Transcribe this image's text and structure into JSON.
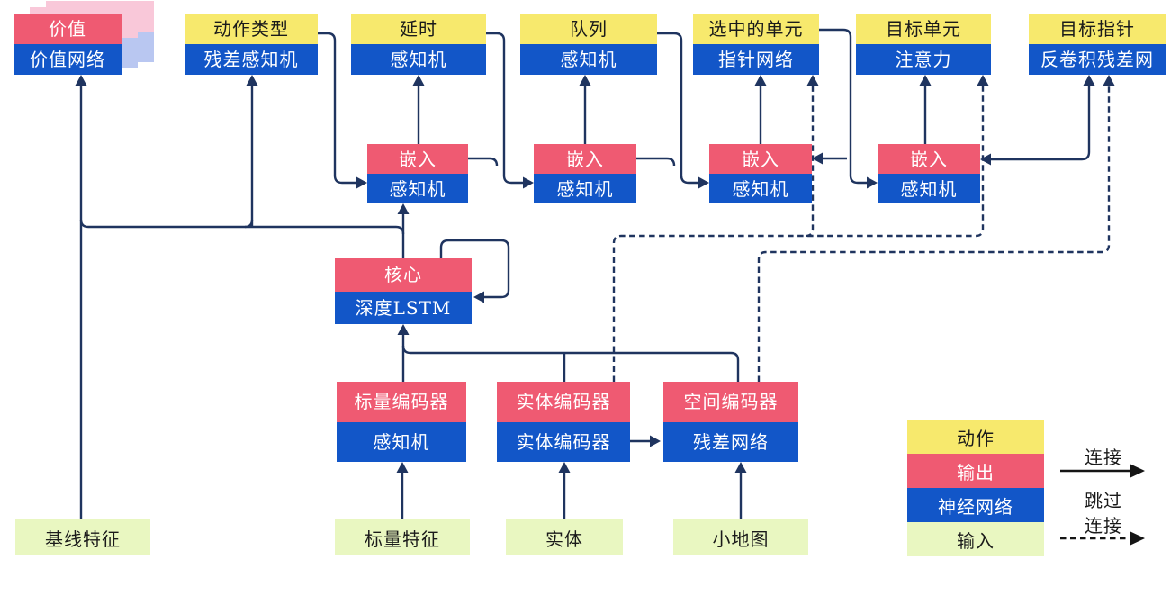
{
  "diagram": {
    "heads": [
      {
        "id": "value",
        "top": "价值",
        "bottom": "价值网络",
        "top_type": "output"
      },
      {
        "id": "action-type",
        "top": "动作类型",
        "bottom": "残差感知机",
        "top_type": "action"
      },
      {
        "id": "delay",
        "top": "延时",
        "bottom": "感知机",
        "top_type": "action"
      },
      {
        "id": "queue",
        "top": "队列",
        "bottom": "感知机",
        "top_type": "action"
      },
      {
        "id": "selected-units",
        "top": "选中的单元",
        "bottom": "指针网络",
        "top_type": "action"
      },
      {
        "id": "target-unit",
        "top": "目标单元",
        "bottom": "注意力",
        "top_type": "action"
      },
      {
        "id": "target-point",
        "top": "目标指针",
        "bottom": "反卷积残差网",
        "top_type": "action"
      }
    ],
    "embeds": [
      {
        "id": "embed-1",
        "top": "嵌入",
        "bottom": "感知机",
        "top_type": "output"
      },
      {
        "id": "embed-2",
        "top": "嵌入",
        "bottom": "感知机",
        "top_type": "output"
      },
      {
        "id": "embed-3",
        "top": "嵌入",
        "bottom": "感知机",
        "top_type": "output"
      },
      {
        "id": "embed-4",
        "top": "嵌入",
        "bottom": "感知机",
        "top_type": "output"
      }
    ],
    "core": {
      "id": "core",
      "top": "核心",
      "bottom": "深度LSTM",
      "top_type": "output"
    },
    "encoders": [
      {
        "id": "scalar-encoder",
        "top": "标量编码器",
        "bottom": "感知机",
        "top_type": "output"
      },
      {
        "id": "entity-encoder",
        "top": "实体编码器",
        "bottom": "实体编码器",
        "top_type": "output"
      },
      {
        "id": "spatial-encoder",
        "top": "空间编码器",
        "bottom": "残差网络",
        "top_type": "output"
      }
    ],
    "inputs": [
      {
        "id": "baseline-features",
        "label": "基线特征"
      },
      {
        "id": "scalar-features",
        "label": "标量特征"
      },
      {
        "id": "entities",
        "label": "实体"
      },
      {
        "id": "minimap",
        "label": "小地图"
      }
    ],
    "legend": {
      "swatches": [
        {
          "label": "动作",
          "type": "action"
        },
        {
          "label": "输出",
          "type": "output"
        },
        {
          "label": "神经网络",
          "type": "network"
        },
        {
          "label": "输入",
          "type": "input"
        }
      ],
      "connect_label": "连接",
      "skip_label_line1": "跳过",
      "skip_label_line2": "连接"
    },
    "colors": {
      "action": "#f7e96d",
      "output": "#ef5a72",
      "network": "#1256c8",
      "input": "#e9f7c1",
      "shadow_pink": "#f9c8d9",
      "shadow_blue": "#b9c7f1",
      "line": "#1f345f",
      "legend_line": "#151515",
      "text_dark": "#1a1a1a",
      "text_light": "#ffffff"
    }
  }
}
